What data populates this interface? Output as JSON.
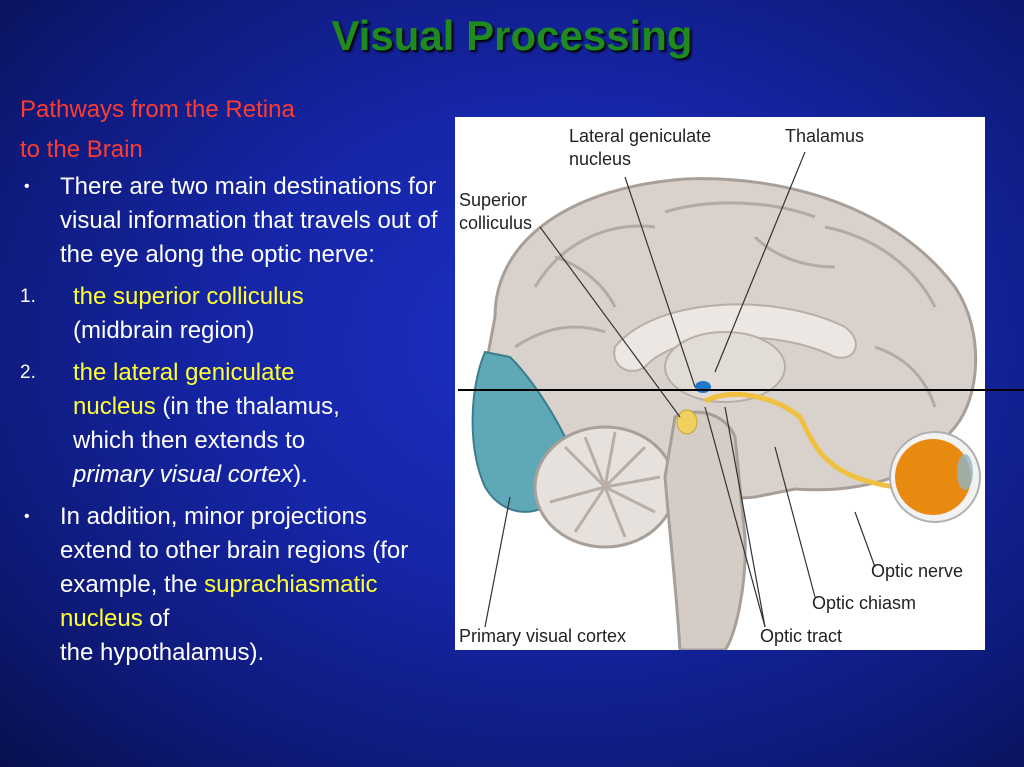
{
  "slide": {
    "title": "Visual Processing",
    "subhead_line1": "Pathways from the Retina",
    "subhead_line2": "to the Brain",
    "bullet1": "There are two main destinations for visual information that travels out of the eye along the optic nerve:",
    "item1_num": "1.",
    "item1_highlight": "the superior colliculus",
    "item1_rest": "(midbrain region)",
    "item2_num": "2.",
    "item2_highlight_a": "the lateral geniculate",
    "item2_highlight_b": "nucleus",
    "item2_rest_a": " (in the thalamus,",
    "item2_rest_b": "which then extends to",
    "item2_italic": "primary visual cortex",
    "item2_tail": ").",
    "bullet2_text": "In addition, minor projections extend to other brain regions (for example, the",
    "bullet2_highlight": "suprachiasmatic nucleus",
    "bullet2_tail_a": " of",
    "bullet2_tail_b": "the hypothalamus)."
  },
  "figure": {
    "labels": {
      "lateral_geniculate_a": "Lateral geniculate",
      "lateral_geniculate_b": "nucleus",
      "thalamus": "Thalamus",
      "superior_colliculus_a": "Superior",
      "superior_colliculus_b": "colliculus",
      "optic_nerve": "Optic nerve",
      "optic_chiasm": "Optic chiasm",
      "primary_visual_cortex": "Primary visual cortex",
      "optic_tract": "Optic tract"
    },
    "colors": {
      "brain_tissue": "#d9d2cc",
      "visual_cortex": "#5fa8b8",
      "optic_pathway": "#f0c040",
      "eye_iris": "#e88a10",
      "lgn_marker": "#1e78c8"
    }
  }
}
